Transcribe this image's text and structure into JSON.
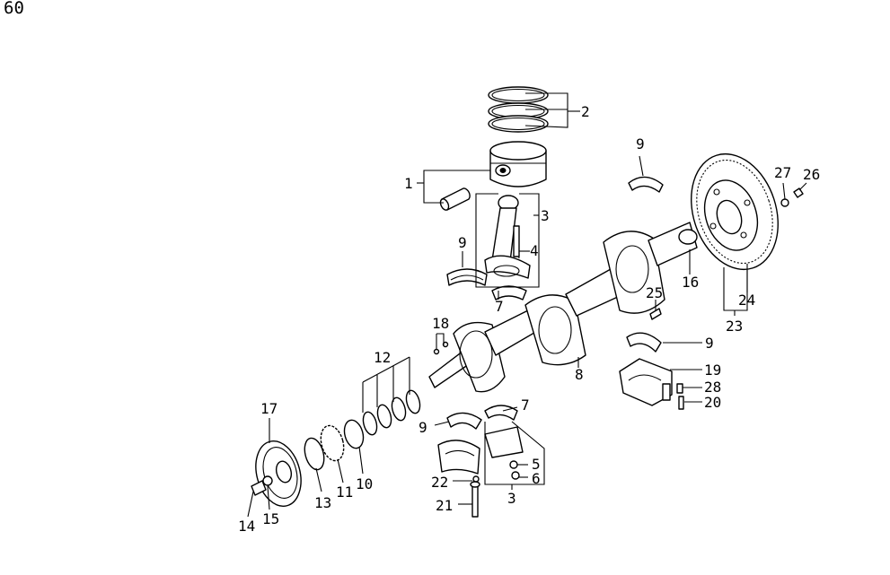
{
  "page": {
    "number": "60"
  },
  "callouts": [
    {
      "id": "c1",
      "label": "1"
    },
    {
      "id": "c2",
      "label": "2"
    },
    {
      "id": "c3a",
      "label": "3"
    },
    {
      "id": "c4",
      "label": "4"
    },
    {
      "id": "c5",
      "label": "5"
    },
    {
      "id": "c6",
      "label": "6"
    },
    {
      "id": "c7a",
      "label": "7"
    },
    {
      "id": "c7b",
      "label": "7"
    },
    {
      "id": "c8",
      "label": "8"
    },
    {
      "id": "c9a",
      "label": "9"
    },
    {
      "id": "c9b",
      "label": "9"
    },
    {
      "id": "c9c",
      "label": "9"
    },
    {
      "id": "c9d",
      "label": "9"
    },
    {
      "id": "c10",
      "label": "10"
    },
    {
      "id": "c11",
      "label": "11"
    },
    {
      "id": "c12",
      "label": "12"
    },
    {
      "id": "c13",
      "label": "13"
    },
    {
      "id": "c14",
      "label": "14"
    },
    {
      "id": "c15",
      "label": "15"
    },
    {
      "id": "c16",
      "label": "16"
    },
    {
      "id": "c17",
      "label": "17"
    },
    {
      "id": "c18",
      "label": "18"
    },
    {
      "id": "c19",
      "label": "19"
    },
    {
      "id": "c20",
      "label": "20"
    },
    {
      "id": "c21",
      "label": "21"
    },
    {
      "id": "c22",
      "label": "22"
    },
    {
      "id": "c3b",
      "label": "3"
    },
    {
      "id": "c23",
      "label": "23"
    },
    {
      "id": "c24",
      "label": "24"
    },
    {
      "id": "c25",
      "label": "25"
    },
    {
      "id": "c26",
      "label": "26"
    },
    {
      "id": "c27",
      "label": "27"
    },
    {
      "id": "c28",
      "label": "28"
    }
  ]
}
